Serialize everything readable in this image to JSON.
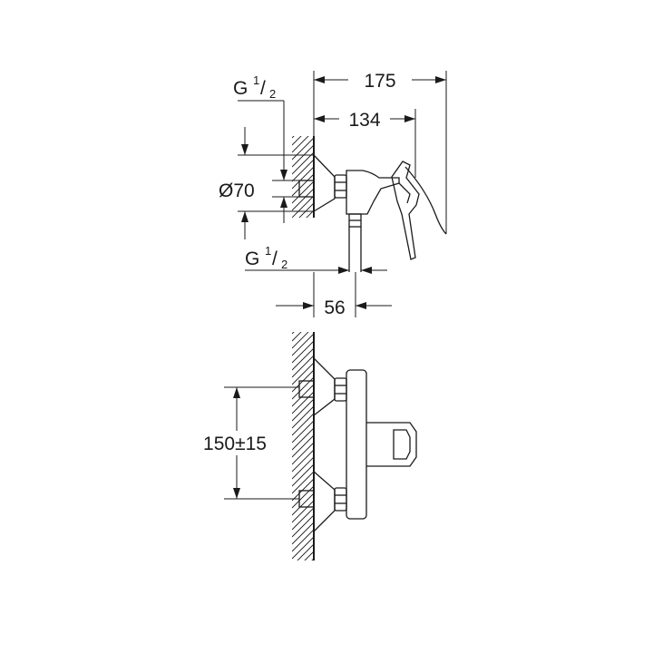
{
  "dimensions": {
    "total_depth": "175",
    "handle_depth": "134",
    "inlet_thread_top_g": "G",
    "inlet_thread_top_num": "1",
    "inlet_thread_top_den": "2",
    "flange_diameter": "Ø70",
    "outlet_thread_g": "G",
    "outlet_thread_num": "1",
    "outlet_thread_den": "2",
    "outlet_offset": "56",
    "inlet_spacing": "150±15"
  },
  "colors": {
    "line": "#1a1a1a",
    "background": "#ffffff"
  }
}
